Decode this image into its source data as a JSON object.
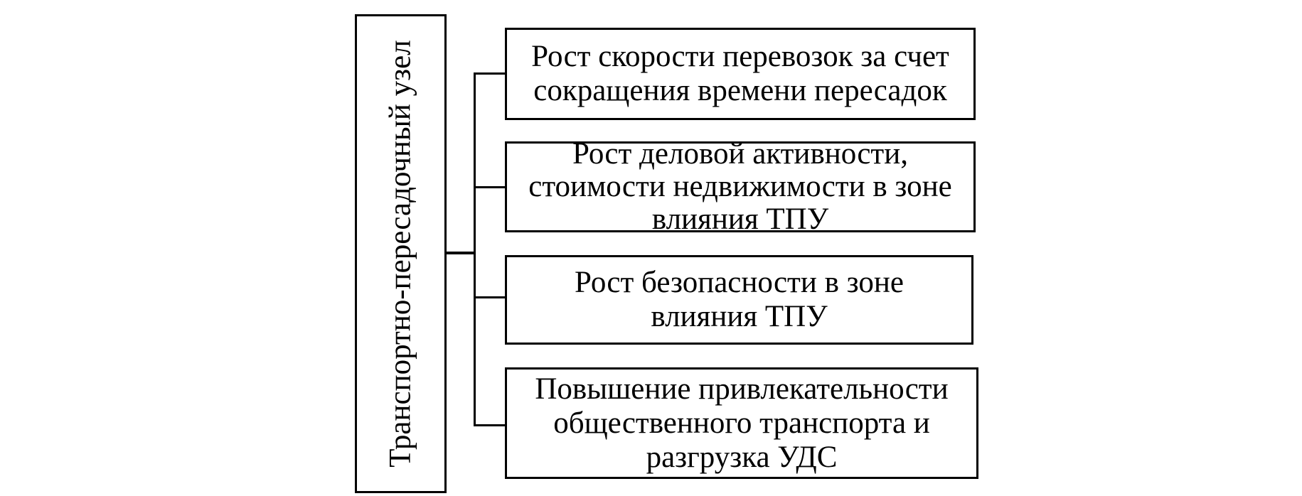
{
  "root": {
    "label": "Транспортно-пересадочный  узел"
  },
  "effects": [
    {
      "label": "Рост скорости перевозок за счет\nсокращения  времени пересадок"
    },
    {
      "label": "Рост деловой активности,\nстоимости недвижимости в зоне\nвлияния ТПУ"
    },
    {
      "label": "Рост безопасности в зоне\nвлияния ТПУ"
    },
    {
      "label": "Повышение привлекательности\nобщественного транспорта  и\nразгрузка  УДС"
    }
  ]
}
